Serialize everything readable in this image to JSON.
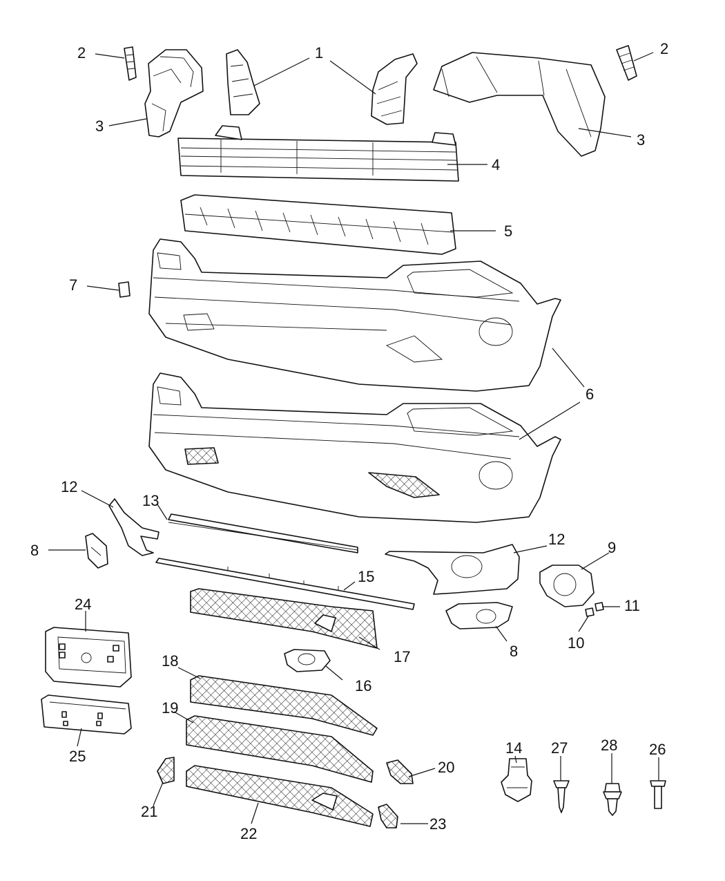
{
  "callouts": {
    "c1": "1",
    "c2a": "2",
    "c2b": "2",
    "c3a": "3",
    "c3b": "3",
    "c4": "4",
    "c5": "5",
    "c6": "6",
    "c7": "7",
    "c8a": "8",
    "c8b": "8",
    "c9": "9",
    "c10": "10",
    "c11": "11",
    "c12a": "12",
    "c12b": "12",
    "c13": "13",
    "c14": "14",
    "c15": "15",
    "c16": "16",
    "c17": "17",
    "c18": "18",
    "c19": "19",
    "c20": "20",
    "c21": "21",
    "c22": "22",
    "c23": "23",
    "c24": "24",
    "c25": "25",
    "c26": "26",
    "c27": "27",
    "c28": "28"
  }
}
